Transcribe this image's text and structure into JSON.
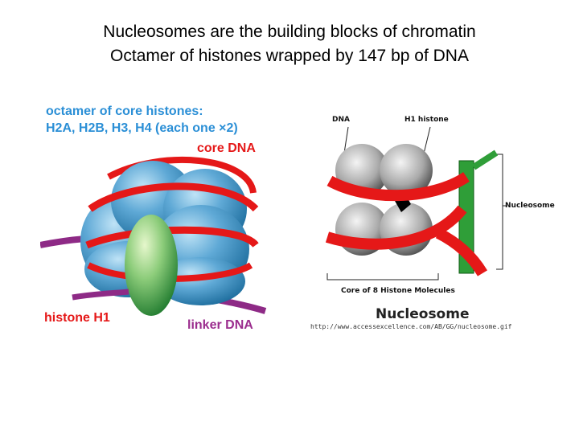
{
  "title": {
    "line1": "Nucleosomes are the building blocks of chromatin",
    "line2": "Octamer of histones wrapped by 147 bp of DNA"
  },
  "left_diagram": {
    "octamer_label": "octamer of core histones:",
    "histones_label": "H2A, H2B, H3, H4 (each one ×2)",
    "core_dna_label": "core DNA",
    "histone_h1_label": "histone H1",
    "linker_dna_label": "linker DNA",
    "colors": {
      "label_blue": "#2b8fd6",
      "dna_red": "#e51818",
      "linker_purple": "#8e2a86",
      "h1_green": "#3aa04a"
    }
  },
  "right_diagram": {
    "dna_label": "DNA",
    "h1_label": "H1 histone",
    "nucleosome_side_label": "Nucleosome",
    "core_label": "Core of 8 Histone Molecules",
    "caption": "Nucleosome",
    "url": "http://www.accessexcellence.com/AB/GG/nucleosome.gif"
  }
}
